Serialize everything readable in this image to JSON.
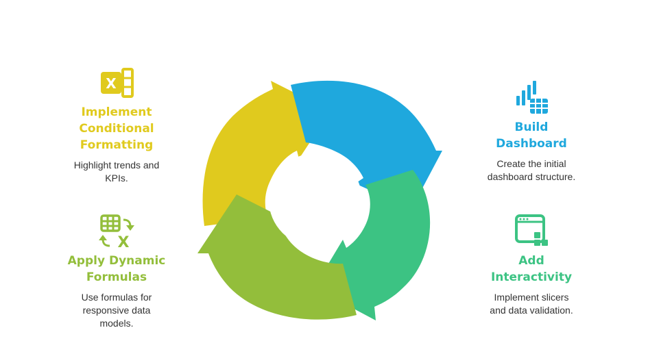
{
  "colors": {
    "yellow": "#E0CA1E",
    "blue": "#1FA8DD",
    "teal": "#3CC383",
    "green": "#93BE3B",
    "text": "#333333"
  },
  "steps": {
    "format": {
      "icon": "excel-icon",
      "title_lines": [
        "Implement",
        "Conditional",
        "Formatting"
      ],
      "desc_lines": [
        "Highlight trends and",
        "KPIs."
      ]
    },
    "formulas": {
      "icon": "table-formula-icon",
      "title_lines": [
        "Apply Dynamic",
        "Formulas"
      ],
      "desc_lines": [
        "Use formulas for",
        "responsive data",
        "models."
      ]
    },
    "build": {
      "icon": "bar-chart-table-icon",
      "title_lines": [
        "Build",
        "Dashboard"
      ],
      "desc_lines": [
        "Create the initial",
        "dashboard structure."
      ]
    },
    "interact": {
      "icon": "window-slicer-icon",
      "title_lines": [
        "Add",
        "Interactivity"
      ],
      "desc_lines": [
        "Implement slicers",
        "and data validation."
      ]
    }
  }
}
